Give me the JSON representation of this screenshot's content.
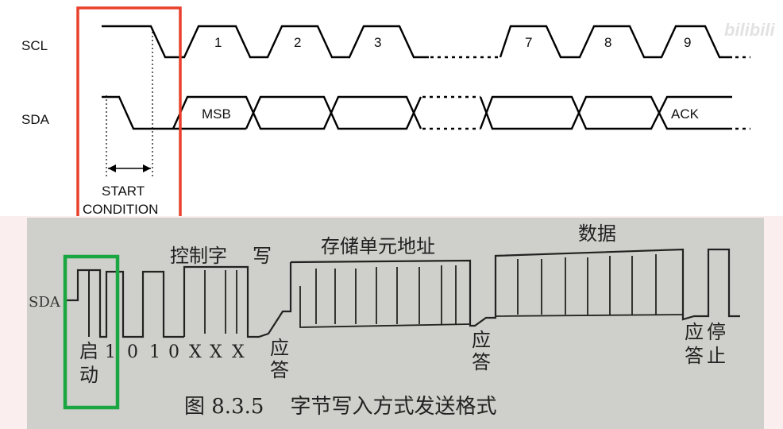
{
  "top": {
    "scl_label": "SCL",
    "sda_label": "SDA",
    "clock_numbers": [
      "1",
      "2",
      "3",
      "7",
      "8",
      "9"
    ],
    "sda_fields": [
      "MSB",
      "ACK"
    ],
    "start_line1": "START",
    "start_line2": "CONDITION",
    "watermark": "bilibili"
  },
  "bottom": {
    "sda_label": "SDA",
    "group_labels": [
      "控制字",
      "写",
      "存储单元地址",
      "数据"
    ],
    "bits": [
      "1",
      "0",
      "1",
      "0",
      "X",
      "X",
      "X"
    ],
    "start_text": [
      "启",
      "动"
    ],
    "ack1": [
      "应",
      "答"
    ],
    "ack2": [
      "应",
      "答"
    ],
    "ack3": [
      "应",
      "答"
    ],
    "stop": [
      "停",
      "止"
    ],
    "caption": "图 8.3.5    字节写入方式发送格式"
  },
  "colors": {
    "highlight_red": "#e8402c",
    "highlight_green": "#1aa640",
    "photo_bg": "#cfcfcb",
    "band_bg": "#fbeeee"
  }
}
